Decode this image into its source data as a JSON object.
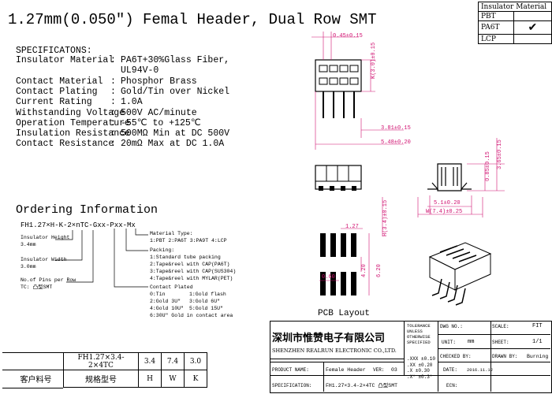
{
  "title": "1.27mm(0.050″) Femal Header, Dual Row SMT",
  "specs": {
    "heading": "SPECIFICATONS:",
    "rows": [
      {
        "label": "Insulator Material",
        "value": "PA6T+30%Glass Fiber,"
      },
      {
        "label": "",
        "value": "UL94V-0"
      },
      {
        "label": "Contact Material",
        "value": "Phosphor Brass"
      },
      {
        "label": "Contact Plating",
        "value": "Gold/Tin over Nickel"
      },
      {
        "label": "Current Rating",
        "value": "1.0A"
      },
      {
        "label": "Withstanding Voltage",
        "value": "500V AC/minute"
      },
      {
        "label": "Operation Temperature",
        "value": "-55℃ to +125℃"
      },
      {
        "label": "Insulation Resistance",
        "value": "500MΩ Min at DC 500V"
      },
      {
        "label": "Contact Resistance",
        "value": "20mΩ Max at DC 1.0A"
      }
    ]
  },
  "ordering": {
    "heading": "Ordering Information",
    "part_number": "FH1.27×H-K-2×nTC-Gxx-Pxx-Mx",
    "insulator_height": [
      "Insulator Height",
      "3.4mm"
    ],
    "insulator_width": [
      "Insulator Width",
      "3.0mm"
    ],
    "pins": [
      "No.of Pins per Row",
      "TC: 凸型SMT"
    ],
    "material_type": [
      "Material Type:",
      "1:PBT 2:PA6T 3:PA9T 4:LCP"
    ],
    "packing": [
      "Packing:",
      "1:Standard tube packing",
      "2:Tape&reel with CAP(PA6T)",
      "3:Tape&reel with CAP(SUS304)",
      "4:Tape&reel with MYLAR(PET)"
    ],
    "plated": [
      "Contact Plated",
      "0:Tin",
      "1:Gold flash",
      "2:Gold 3U″",
      "3:Gold 6U″",
      "4:Gold 10U″",
      "5:Gold 15U″",
      "6:30U″ Gold in contact area"
    ]
  },
  "material_table": {
    "header": "Insulator Material",
    "rows": [
      {
        "name": "PBT",
        "mark": ""
      },
      {
        "name": "PA6T",
        "mark": "✔"
      },
      {
        "name": "LCP",
        "mark": ""
      }
    ]
  },
  "dims": {
    "d1": "0.45±0.15",
    "d2": "3.81±0.15",
    "d3": "5.48±0.20",
    "d4": "K(3.0)±0.15",
    "d5": "0.85±0.15",
    "d6": "3.65±0.15",
    "d7": "5.1±0.20",
    "d8": "W(7.4)±0.25",
    "d9": "H(3.4)±0.15",
    "d10": "1.27",
    "d11": "0.60",
    "d12": "4.20",
    "d13": "6.20",
    "pcb": "PCB Layout"
  },
  "part_table": {
    "pn": "FH1.27×3.4-2×4TC",
    "v1": "3.4",
    "v2": "7.4",
    "v3": "3.0",
    "label1": "客户料号",
    "label2": "规格型号",
    "h1": "H",
    "h2": "W",
    "h3": "K"
  },
  "title_block": {
    "company_cn": "深圳市惟赞电子有限公司",
    "company_en": "SHENZHEN REALRUN ELECTRONIC CO.,LTD.",
    "tol_header": [
      "TOLERANCE",
      "UNLESS",
      "OTHERWISE",
      "SPECIFIED"
    ],
    "tols": [
      ".XXX ±0.10",
      ".XX ±0.20",
      ".X ±0.30",
      ".X° ±0.3°"
    ],
    "product_name_label": "PRODUCT NAME:",
    "product_name": "Female Header",
    "ver_label": "VER:",
    "ver": "03",
    "spec_label": "SPECIFICATION:",
    "spec": "FH1.27×3.4-2×4TC 凸型SMT",
    "dwg_label": "DWG NO.:",
    "unit_label": "UNIT:",
    "unit": "mm",
    "checked_label": "CHECKED BY:",
    "date_label": "DATE:",
    "date": "2016.11.12",
    "ecn_label": "ECN:",
    "scale_label": "SCALE:",
    "scale": "FIT",
    "sheet_label": "SHEET:",
    "sheet": "1/1",
    "drawn_label": "DRAWN BY:",
    "drawn": "Burning"
  }
}
